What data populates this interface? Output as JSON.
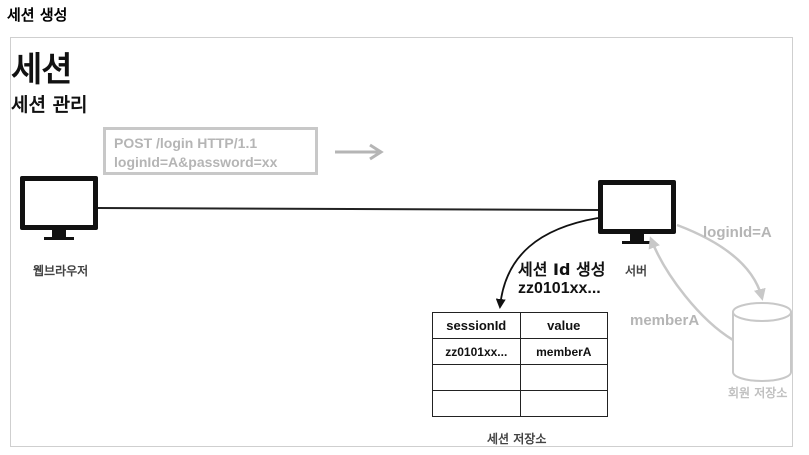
{
  "heading": "세션 생성",
  "slide": {
    "title": "세션",
    "subtitle": "세션 관리"
  },
  "request_box": {
    "line1": "POST /login HTTP/1.1",
    "line2": "loginId=A&password=xx"
  },
  "nodes": {
    "browser": "웹브라우저",
    "server": "서버",
    "member_store": "회원 저장소",
    "session_store": "세션 저장소"
  },
  "flow": {
    "login_id": "loginId=A",
    "member": "memberA",
    "create_line1": "세션 Id 생성",
    "create_line2": "zz0101xx..."
  },
  "session_table": {
    "headers": [
      "sessionId",
      "value"
    ],
    "rows": [
      [
        "zz0101xx...",
        "memberA"
      ],
      [
        "",
        ""
      ],
      [
        "",
        ""
      ]
    ]
  },
  "colors": {
    "faded": "#b5b5b5",
    "line": "#222222",
    "frame": "#cfcfcf"
  }
}
